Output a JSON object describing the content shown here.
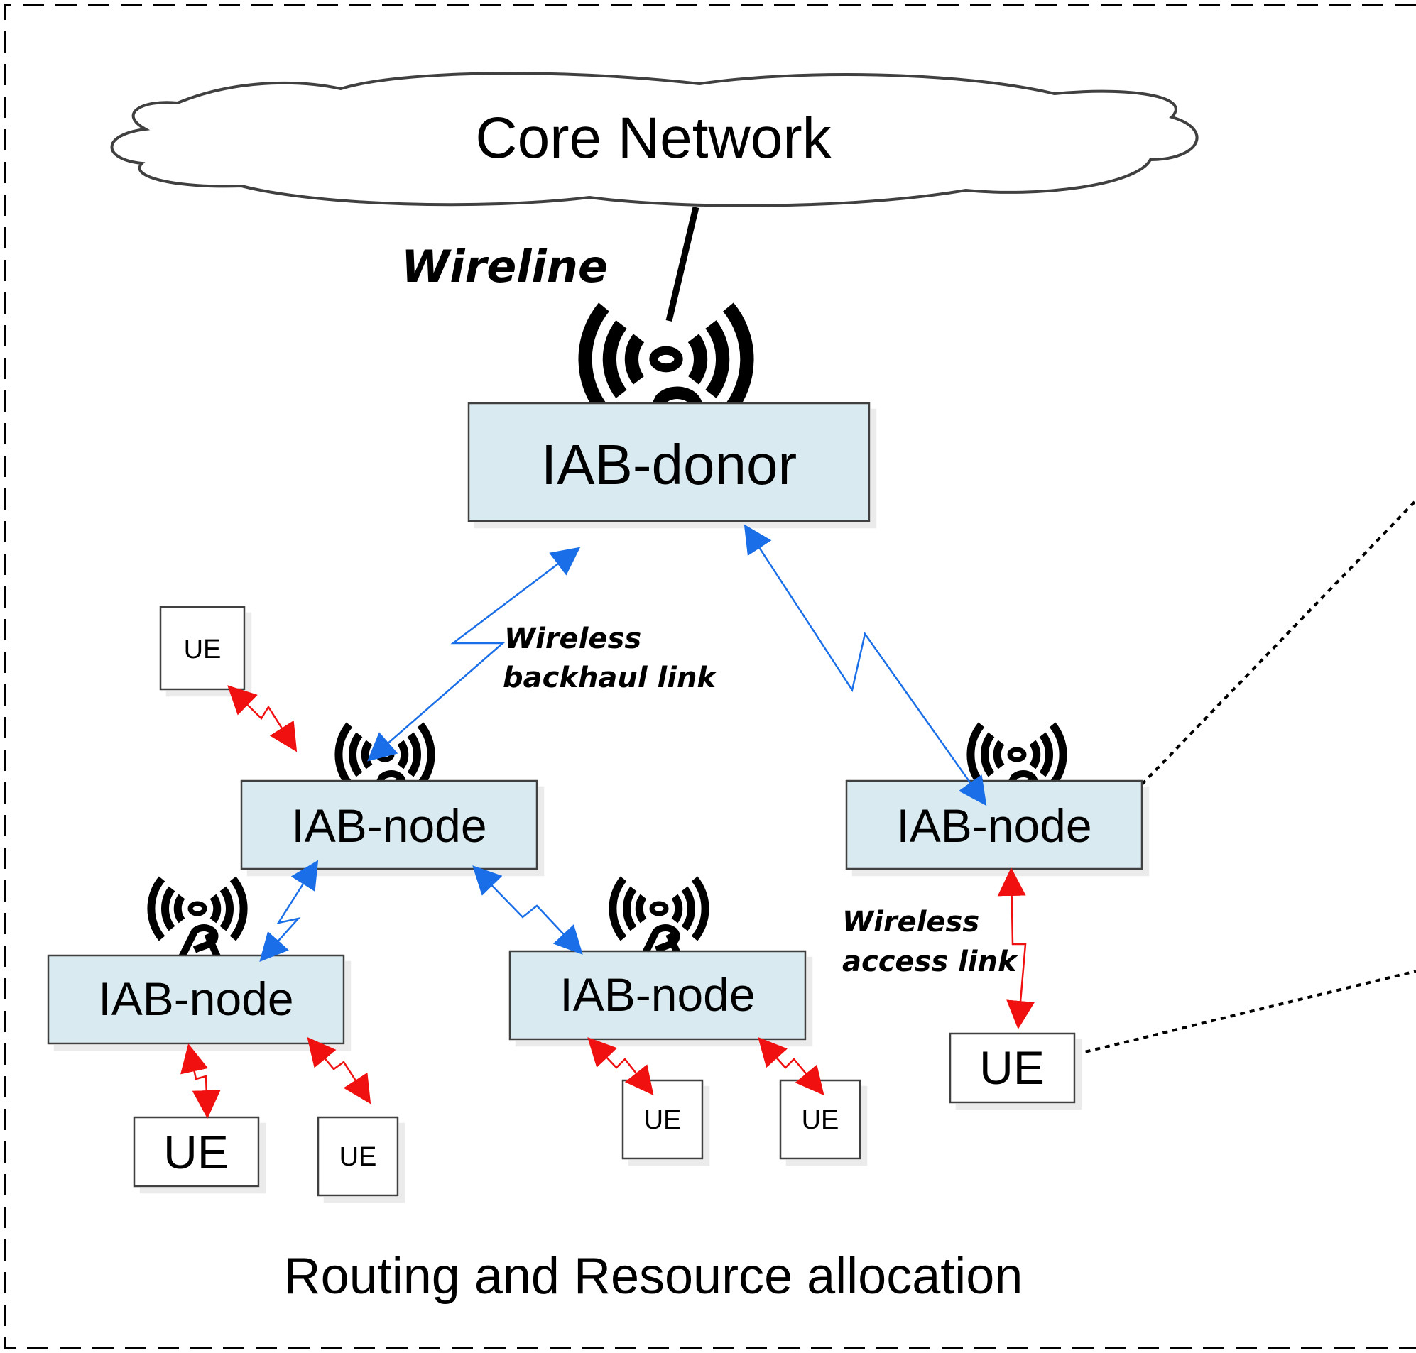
{
  "title": "Routing and Resource allocation",
  "core_network": {
    "label": "Core Network"
  },
  "labels": {
    "wireline": "Wireline",
    "wireless_backhaul_line1": "Wireless",
    "wireless_backhaul_line2": "backhaul link",
    "wireless_access_line1": "Wireless",
    "wireless_access_line2": "access link"
  },
  "donor": {
    "label": "IAB-donor"
  },
  "nodes": [
    {
      "id": "node-center-left",
      "label": "IAB-node"
    },
    {
      "id": "node-right",
      "label": "IAB-node"
    },
    {
      "id": "node-bottom-left",
      "label": "IAB-node"
    },
    {
      "id": "node-bottom-middle",
      "label": "IAB-node"
    }
  ],
  "ues": [
    {
      "id": "ue-top-left",
      "label": "UE"
    },
    {
      "id": "ue-bottom-left-large",
      "label": "UE"
    },
    {
      "id": "ue-bottom-left-small",
      "label": "UE"
    },
    {
      "id": "ue-middle-1",
      "label": "UE"
    },
    {
      "id": "ue-middle-2",
      "label": "UE"
    },
    {
      "id": "ue-right",
      "label": "UE"
    }
  ],
  "colors": {
    "node_fill": "#d9ebf1",
    "backhaul_link": "#1a6fe8",
    "access_link": "#f01010",
    "antenna": "#000000",
    "border": "#000000"
  }
}
